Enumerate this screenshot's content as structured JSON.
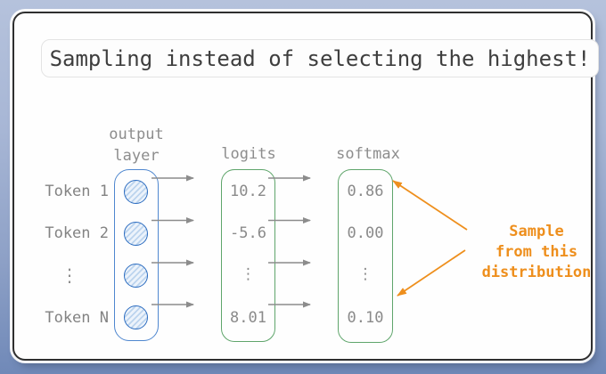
{
  "title": "Sampling instead of selecting the highest!",
  "columns": {
    "output_layer": {
      "label": "output\nlayer"
    },
    "logits": {
      "label": "logits",
      "values": [
        "10.2",
        "-5.6",
        "⋮",
        "8.01"
      ]
    },
    "softmax": {
      "label": "softmax",
      "values": [
        "0.86",
        "0.00",
        "⋮",
        "0.10"
      ]
    }
  },
  "tokens": [
    "Token 1",
    "Token 2",
    "⋮",
    "Token N"
  ],
  "annotation": {
    "label": "Sample\nfrom this\ndistribution"
  },
  "colors": {
    "background_top": "#b5c2dc",
    "background_bottom": "#7089b8",
    "card_border": "#2f2f2f",
    "accent_blue": "#2b6cc0",
    "accent_green": "#5fa56b",
    "accent_orange": "#ee8f1d",
    "arrow_gray": "#8c8c8c",
    "text_dark": "#3e3e3e",
    "text_gray": "#8a8a8a"
  }
}
